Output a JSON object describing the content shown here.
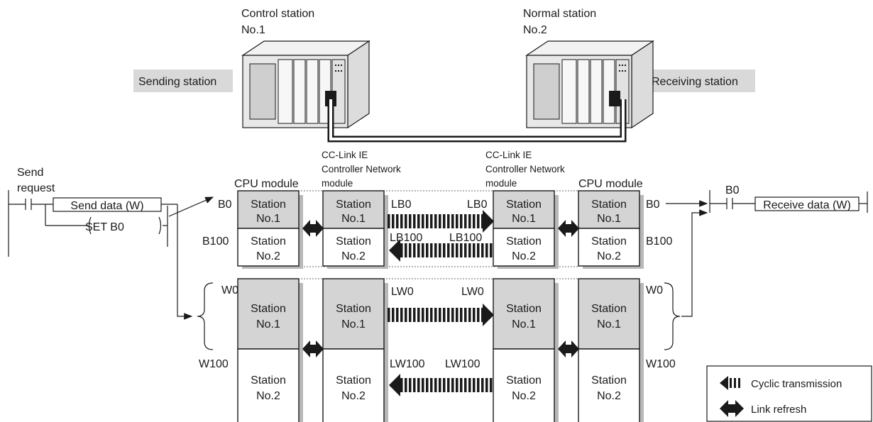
{
  "stations": {
    "control": {
      "line1": "Control station",
      "line2": "No.1",
      "role": "Sending station"
    },
    "normal": {
      "line1": "Normal station",
      "line2": "No.2",
      "role": "Receiving station"
    }
  },
  "modules": {
    "cpu": "CPU module",
    "network": [
      "CC-Link IE",
      "Controller Network",
      "module"
    ]
  },
  "areas": {
    "station1": [
      "Station",
      "No.1"
    ],
    "station2": [
      "Station",
      "No.2"
    ]
  },
  "devices": {
    "b0": "B0",
    "b100": "B100",
    "w0": "W0",
    "w100": "W100",
    "lb0": "LB0",
    "lb100": "LB100",
    "lw0": "LW0",
    "lw100": "LW100"
  },
  "ladder": {
    "send_request": [
      "Send",
      "request"
    ],
    "send_data": "Send data (W)",
    "set_b0": "SET B0",
    "receive_contact": "B0",
    "receive_data": "Receive data (W)"
  },
  "legend": {
    "cyclic": "Cyclic transmission",
    "refresh": "Link refresh"
  },
  "colors": {
    "area_fill": "#d4d4d4",
    "label_bg": "#d9d9d9",
    "line": "#1a1a1a"
  }
}
